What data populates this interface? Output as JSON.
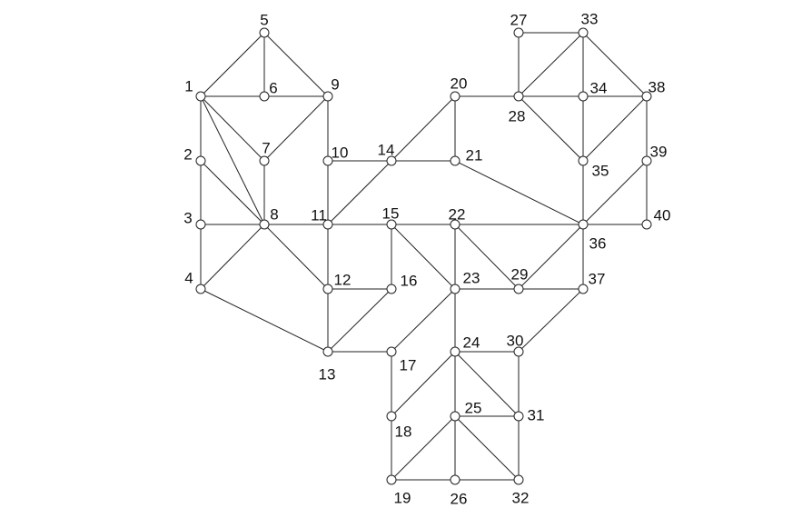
{
  "graph": {
    "nodes": [
      {
        "id": "1",
        "label": "1"
      },
      {
        "id": "2",
        "label": "2"
      },
      {
        "id": "3",
        "label": "3"
      },
      {
        "id": "4",
        "label": "4"
      },
      {
        "id": "5",
        "label": "5"
      },
      {
        "id": "6",
        "label": "6"
      },
      {
        "id": "7",
        "label": "7"
      },
      {
        "id": "8",
        "label": "8"
      },
      {
        "id": "9",
        "label": "9"
      },
      {
        "id": "10",
        "label": "10"
      },
      {
        "id": "11",
        "label": "11"
      },
      {
        "id": "12",
        "label": "12"
      },
      {
        "id": "13",
        "label": "13"
      },
      {
        "id": "14",
        "label": "14"
      },
      {
        "id": "15",
        "label": "15"
      },
      {
        "id": "16",
        "label": "16"
      },
      {
        "id": "17",
        "label": "17"
      },
      {
        "id": "18",
        "label": "18"
      },
      {
        "id": "19",
        "label": "19"
      },
      {
        "id": "20",
        "label": "20"
      },
      {
        "id": "21",
        "label": "21"
      },
      {
        "id": "22",
        "label": "22"
      },
      {
        "id": "23",
        "label": "23"
      },
      {
        "id": "24",
        "label": "24"
      },
      {
        "id": "25",
        "label": "25"
      },
      {
        "id": "26",
        "label": "26"
      },
      {
        "id": "27",
        "label": "27"
      },
      {
        "id": "28",
        "label": "28"
      },
      {
        "id": "29",
        "label": "29"
      },
      {
        "id": "30",
        "label": "30"
      },
      {
        "id": "31",
        "label": "31"
      },
      {
        "id": "32",
        "label": "32"
      },
      {
        "id": "33",
        "label": "33"
      },
      {
        "id": "34",
        "label": "34"
      },
      {
        "id": "35",
        "label": "35"
      },
      {
        "id": "36",
        "label": "36"
      },
      {
        "id": "37",
        "label": "37"
      },
      {
        "id": "38",
        "label": "38"
      },
      {
        "id": "39",
        "label": "39"
      },
      {
        "id": "40",
        "label": "40"
      }
    ],
    "edges": [
      [
        "1",
        "5"
      ],
      [
        "5",
        "9"
      ],
      [
        "5",
        "6"
      ],
      [
        "1",
        "6"
      ],
      [
        "6",
        "9"
      ],
      [
        "1",
        "7"
      ],
      [
        "7",
        "9"
      ],
      [
        "1",
        "2"
      ],
      [
        "2",
        "3"
      ],
      [
        "3",
        "4"
      ],
      [
        "7",
        "8"
      ],
      [
        "2",
        "8"
      ],
      [
        "3",
        "8"
      ],
      [
        "4",
        "8"
      ],
      [
        "1",
        "8"
      ],
      [
        "9",
        "10"
      ],
      [
        "10",
        "11"
      ],
      [
        "8",
        "11"
      ],
      [
        "8",
        "12"
      ],
      [
        "11",
        "12"
      ],
      [
        "12",
        "13"
      ],
      [
        "4",
        "13"
      ],
      [
        "10",
        "14"
      ],
      [
        "14",
        "21"
      ],
      [
        "14",
        "20"
      ],
      [
        "11",
        "14"
      ],
      [
        "20",
        "21"
      ],
      [
        "20",
        "28"
      ],
      [
        "21",
        "36"
      ],
      [
        "11",
        "15"
      ],
      [
        "15",
        "22"
      ],
      [
        "22",
        "36"
      ],
      [
        "15",
        "16"
      ],
      [
        "12",
        "16"
      ],
      [
        "16",
        "13"
      ],
      [
        "15",
        "23"
      ],
      [
        "13",
        "17"
      ],
      [
        "17",
        "23"
      ],
      [
        "22",
        "23"
      ],
      [
        "22",
        "29"
      ],
      [
        "23",
        "29"
      ],
      [
        "29",
        "37"
      ],
      [
        "29",
        "36"
      ],
      [
        "23",
        "24"
      ],
      [
        "17",
        "18"
      ],
      [
        "18",
        "24"
      ],
      [
        "18",
        "19"
      ],
      [
        "24",
        "30"
      ],
      [
        "24",
        "31"
      ],
      [
        "24",
        "25"
      ],
      [
        "30",
        "31"
      ],
      [
        "30",
        "37"
      ],
      [
        "25",
        "31"
      ],
      [
        "31",
        "32"
      ],
      [
        "25",
        "19"
      ],
      [
        "25",
        "26"
      ],
      [
        "25",
        "32"
      ],
      [
        "19",
        "26"
      ],
      [
        "26",
        "32"
      ],
      [
        "27",
        "33"
      ],
      [
        "27",
        "28"
      ],
      [
        "28",
        "33"
      ],
      [
        "28",
        "34"
      ],
      [
        "34",
        "38"
      ],
      [
        "28",
        "35"
      ],
      [
        "33",
        "34"
      ],
      [
        "34",
        "35"
      ],
      [
        "33",
        "38"
      ],
      [
        "35",
        "38"
      ],
      [
        "35",
        "36"
      ],
      [
        "36",
        "37"
      ],
      [
        "36",
        "39"
      ],
      [
        "38",
        "39"
      ],
      [
        "39",
        "40"
      ],
      [
        "36",
        "40"
      ]
    ]
  }
}
